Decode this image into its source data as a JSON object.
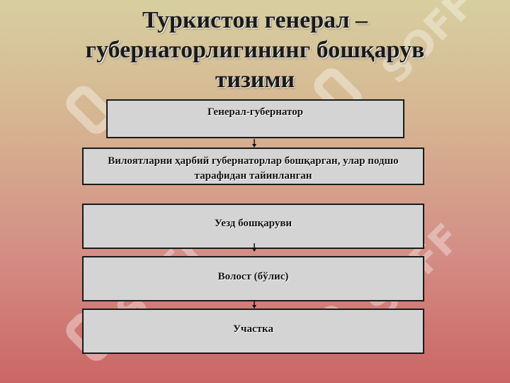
{
  "title": {
    "line1": "Туркистон  генерал –",
    "line2": "губернаторлигининг бошқарув",
    "line3": "тизими"
  },
  "boxes": [
    {
      "label": "Генерал-губернатор"
    },
    {
      "label": "Вилоятларни ҳарбий губернаторлар бошқарган, улар подшо тарафидан тайинланган"
    },
    {
      "label": "Уезд бошқаруви"
    },
    {
      "label": "Волост (бўлис)"
    },
    {
      "label": "Участка"
    }
  ],
  "watermark": {
    "text": "SOFF"
  },
  "colors": {
    "box_fill": "#d4d4d4",
    "box_border": "#1a1a1a",
    "background_top": "#d7cfa0",
    "background_bottom": "#cb6665"
  }
}
